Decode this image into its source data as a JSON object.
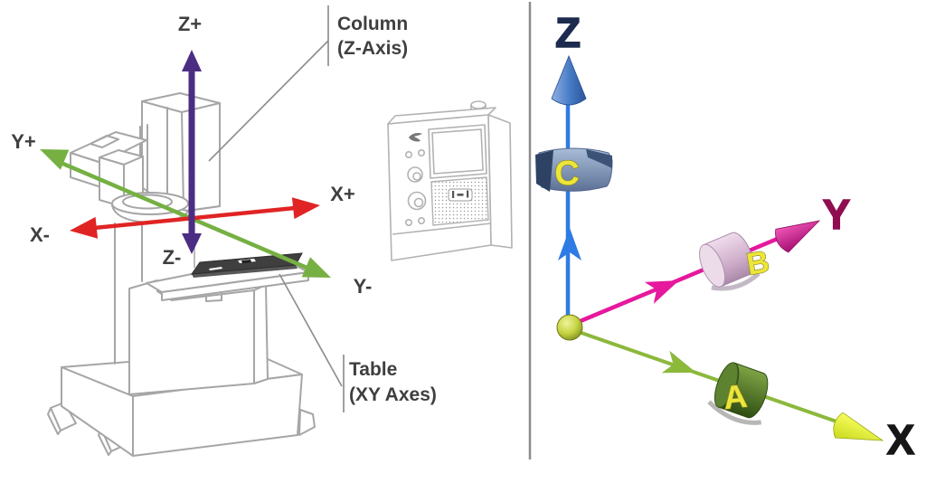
{
  "left_diagram": {
    "axis_labels": {
      "z_plus": "Z+",
      "y_plus": "Y+",
      "x_minus": "X-",
      "x_plus": "X+",
      "z_minus": "Z-",
      "y_minus": "Y-"
    },
    "callouts": {
      "column": {
        "line1": "Column",
        "line2": "(Z-Axis)"
      },
      "table": {
        "line1": "Table",
        "line2": "(XY Axes)"
      }
    },
    "arrow_colors": {
      "z_axis": "#4b2e83",
      "x_axis": "#e02424",
      "y_axis": "#76b043"
    },
    "label_color": "#3f3f3f"
  },
  "right_diagram": {
    "axis_labels": {
      "z": "Z",
      "y": "Y",
      "x": "X"
    },
    "rotary_labels": {
      "c": "C",
      "b": "B",
      "a": "A"
    },
    "axis_colors": {
      "z": "#2d7be5",
      "y": "#e6189d",
      "x": "#8cb83c"
    },
    "label_colors": {
      "z": "#1b2a4d",
      "y": "#8f0d50",
      "x": "#161616",
      "rotary": "#ece53a"
    }
  }
}
